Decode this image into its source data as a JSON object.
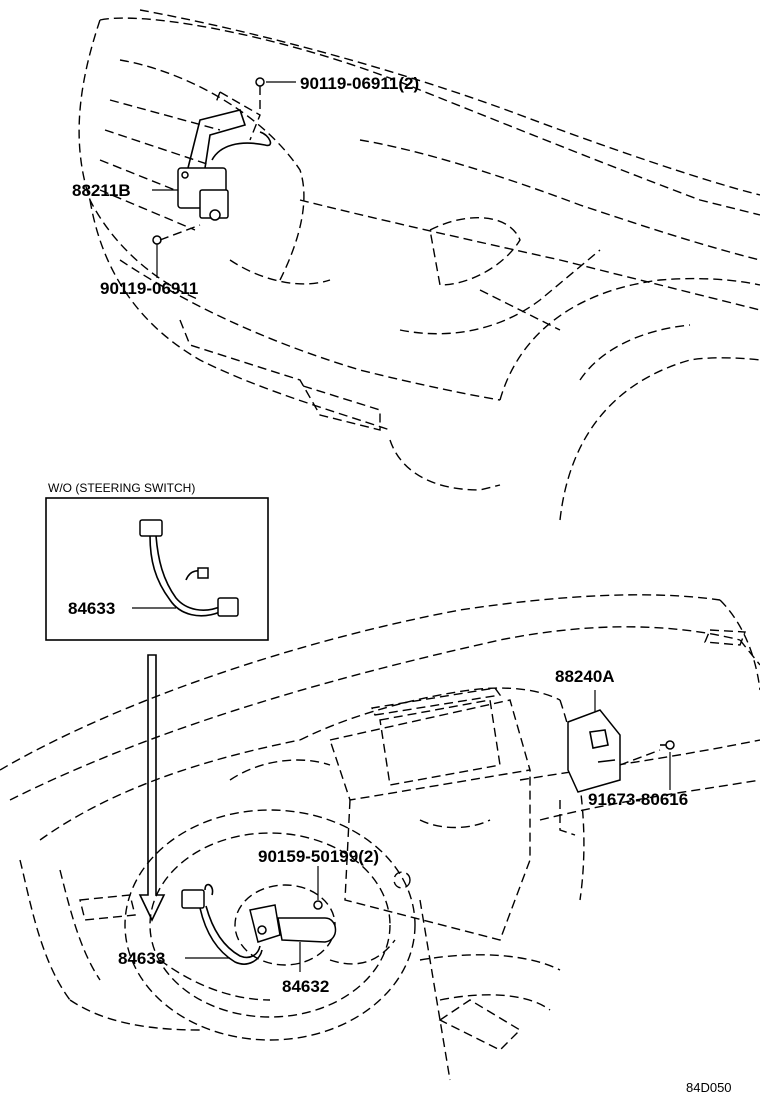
{
  "diagram_code": "84D050",
  "inset": {
    "title": "W/O (STEERING SWITCH)",
    "part_label": "84633"
  },
  "callouts": {
    "grille_bolt_top": "90119-06911(2)",
    "radar_sensor": "88211B",
    "grille_bolt_bottom": "90119-06911",
    "control_computer": "88240A",
    "computer_bolt": "91673-80616",
    "switch_screw": "90159-50199(2)",
    "spiral_cable": "84633",
    "cruise_switch": "84632"
  }
}
